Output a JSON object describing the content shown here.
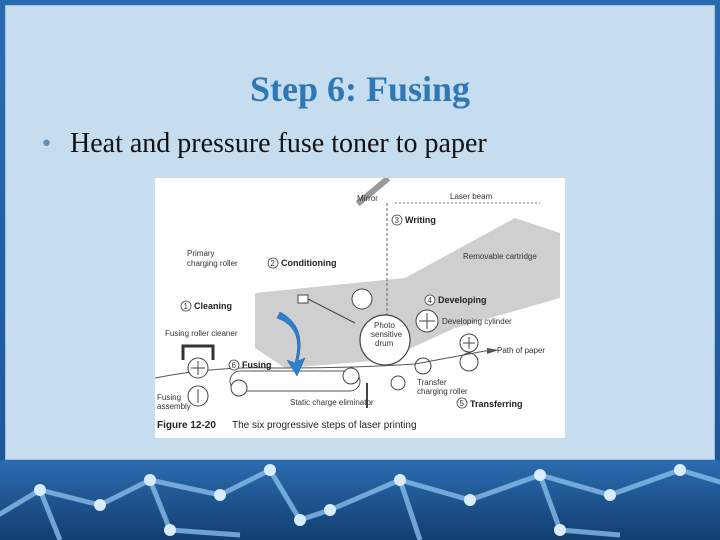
{
  "slide": {
    "title": "Step 6: Fusing",
    "bullet": "Heat and pressure fuse toner to paper"
  },
  "figure": {
    "labels": {
      "mirror": "Mirror",
      "laser_beam": "Laser beam",
      "writing": "Writing",
      "primary_charging_roller_1": "Primary",
      "primary_charging_roller_2": "charging roller",
      "conditioning": "Conditioning",
      "removable_cartridge": "Removable cartridge",
      "cleaning": "Cleaning",
      "developing": "Developing",
      "developing_cylinder": "Developing cylinder",
      "fusing_roller_cleaner": "Fusing roller cleaner",
      "photo": "Photo",
      "sensitive": "sensitive",
      "drum": "drum",
      "fusing": "Fusing",
      "path_of_paper": "Path of paper",
      "fusing_assembly_1": "Fusing",
      "fusing_assembly_2": "assembly",
      "transfer_charging_roller_1": "Transfer",
      "transfer_charging_roller_2": "charging roller",
      "static_charge_eliminator": "Static charge eliminator",
      "transferring": "Transferring",
      "figure_number": "Figure 12-20",
      "caption": "The six progressive steps of laser printing"
    },
    "step_numbers": [
      "1",
      "2",
      "3",
      "4",
      "5",
      "6"
    ],
    "colors": {
      "arrow_blue": "#2e7fd0",
      "cartridge_gray": "#cfcfcf",
      "line_dark": "#555555"
    }
  },
  "icons": [
    "bullet-icon",
    "fusing-arrow-icon"
  ]
}
